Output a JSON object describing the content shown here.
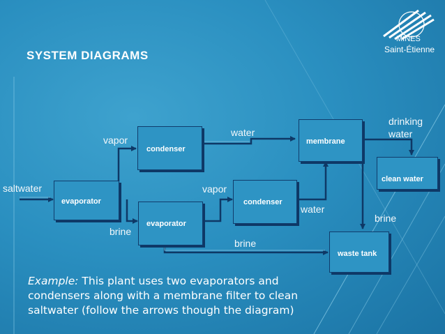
{
  "slide": {
    "title": "SYSTEM DIAGRAMS",
    "logo": {
      "line1": "MINES",
      "line2": "Saint-Étienne"
    },
    "caption": {
      "emphasis": "Example:",
      "text": " This plant uses two evaporators and condensers along with a membrane filter to clean saltwater (follow the arrows though the diagram)"
    }
  },
  "diagram": {
    "nodes": {
      "evaporator1": "evaporator",
      "condenser1": "condenser",
      "evaporator2": "evaporator",
      "condenser2": "condenser",
      "membrane": "membrane",
      "clean_water": "clean water",
      "waste_tank": "waste tank"
    },
    "labels": {
      "saltwater": "saltwater",
      "vapor1": "vapor",
      "brine1": "brine",
      "water1": "water",
      "vapor2": "vapor",
      "water2": "water",
      "brine2": "brine",
      "drinking_water_line1": "drinking",
      "drinking_water_line2": "water",
      "brine3": "brine"
    }
  },
  "colors": {
    "background": "#2a8fc0",
    "box_fill": "#2e94c4",
    "box_border": "#103c6c",
    "arrow": "#103c6c"
  }
}
